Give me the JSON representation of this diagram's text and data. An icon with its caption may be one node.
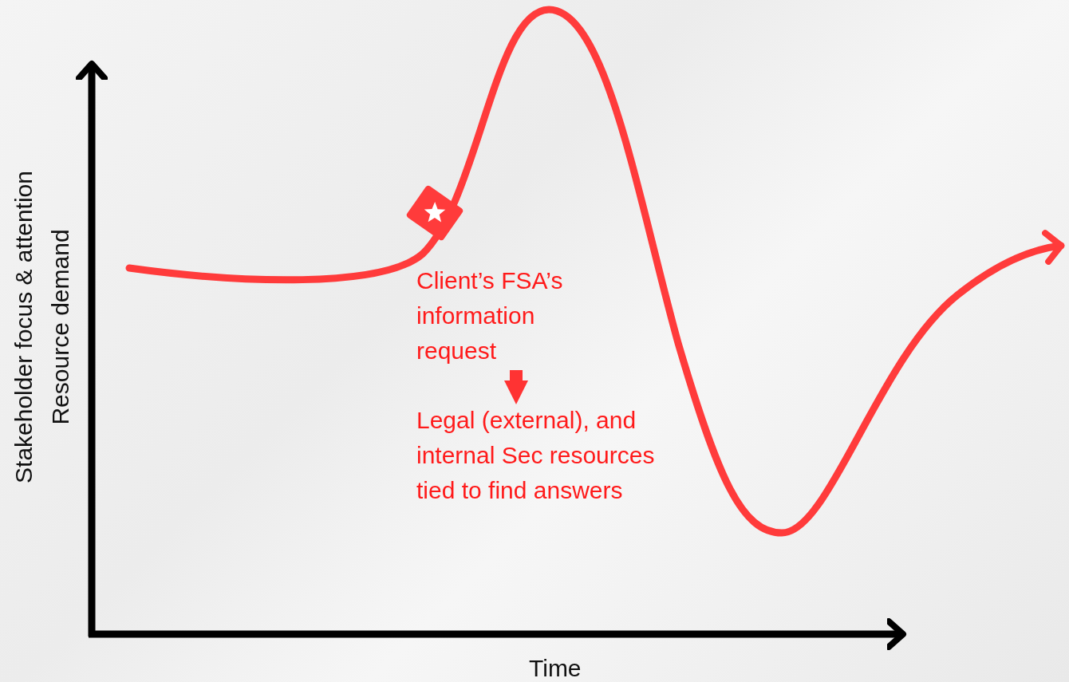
{
  "diagram": {
    "nodes": [
      {
        "text": [
          "Client’s FSA’s information request"
        ]
      },
      {
        "text": [
          "Legal (external), and internal Sec resources tied to find answers"
        ]
      }
    ],
    "edges": [
      {
        "from": 0,
        "to": 1,
        "arrow": "to"
      }
    ],
    "labels": [
      "Stakeholder focus & attention",
      "Resource demand",
      "Time"
    ]
  }
}
